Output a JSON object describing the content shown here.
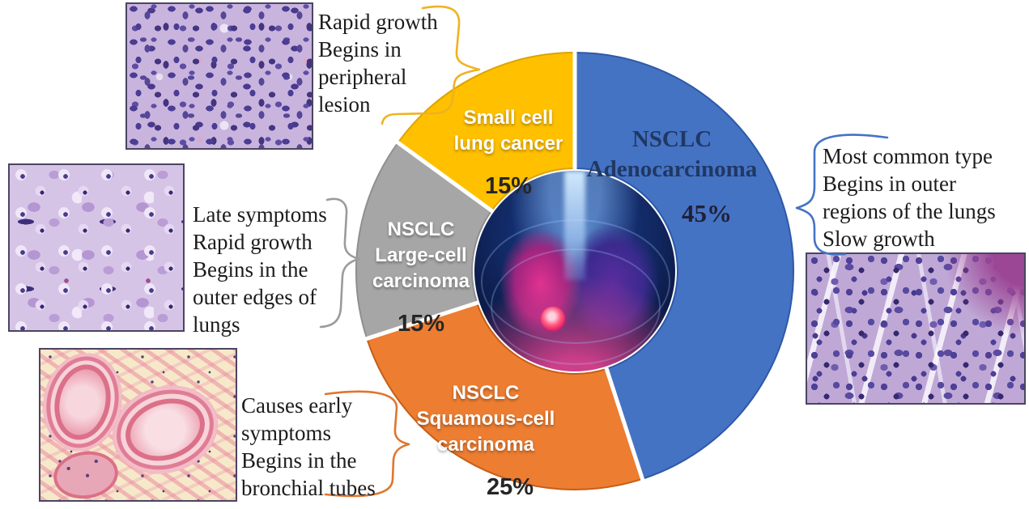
{
  "canvas": {
    "background": "#ffffff"
  },
  "chart_data": {
    "type": "pie",
    "subtype": "donut",
    "title": "",
    "units": "percent of lung cancers",
    "start": "12-oclock",
    "direction": "clockwise",
    "categories": [
      "NSCLC Adenocarcinoma",
      "NSCLC Squamous-cell carcinoma",
      "NSCLC Large-cell carcinoma",
      "Small cell lung cancer"
    ],
    "values": [
      45,
      25,
      15,
      15
    ],
    "colors": [
      "#4573C4",
      "#ED7D31",
      "#A6A6A6",
      "#FFC000"
    ],
    "edge_colors": [
      "#2E59A8",
      "#C55F16",
      "#8F8F8F",
      "#DCA400"
    ],
    "center_image": "lungs-xray-illustration",
    "labels": [
      {
        "title": "NSCLC\nAdenocarcinoma",
        "pct": "45%"
      },
      {
        "title": "NSCLC\nSquamous-cell\ncarcinoma",
        "pct": "25%"
      },
      {
        "title": "NSCLC\nLarge-cell\ncarcinoma",
        "pct": "15%"
      },
      {
        "title": "Small cell\nlung cancer",
        "pct": "15%"
      }
    ]
  },
  "callouts": {
    "small_cell": {
      "text": "Rapid growth\nBegins in\nperipheral\nlesion",
      "accent": "#EFB220"
    },
    "large_cell": {
      "text": "Late symptoms\nRapid growth\nBegins in the\nouter edges of\nlungs",
      "accent": "#9B9B9B"
    },
    "squamous": {
      "text": "Causes early\nsymptoms\nBegins in the\nbronchial tubes",
      "accent": "#E0762F"
    },
    "adeno": {
      "text": "Most common type\nBegins in outer\nregions of the lungs\nSlow growth",
      "accent": "#4573C4"
    }
  },
  "images": {
    "small_cell_histology": "small cell lung cancer micrograph",
    "large_cell_histology": "large-cell carcinoma micrograph",
    "squamous_histology": "squamous-cell carcinoma micrograph",
    "adeno_histology": "adenocarcinoma micrograph"
  }
}
